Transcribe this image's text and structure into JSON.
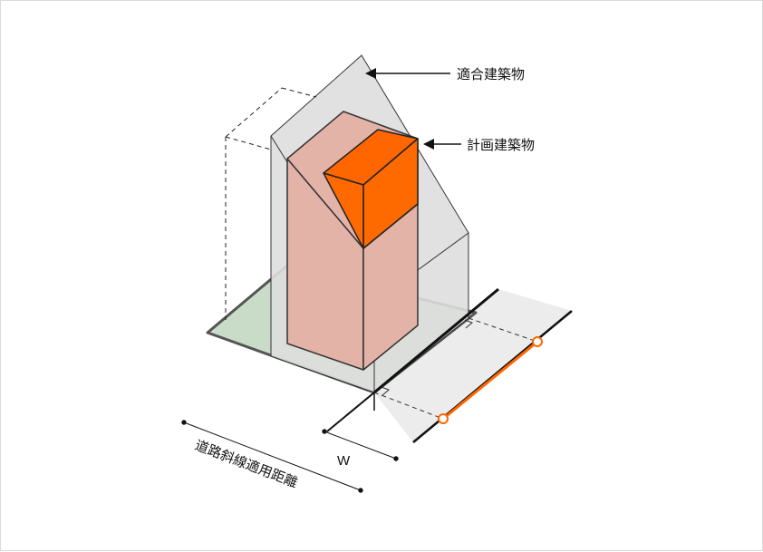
{
  "labels": {
    "conforming_building": "適合建築物",
    "planned_building": "計画建築物",
    "road_width": "W",
    "applicable_distance": "道路斜線適用距離"
  },
  "colors": {
    "site": "#c8dcc8",
    "conforming_volume": "#dedede",
    "planned_building": "#e3b3a8",
    "planned_top": "#ff6600",
    "road": "#ececec",
    "edge": "#555555"
  }
}
